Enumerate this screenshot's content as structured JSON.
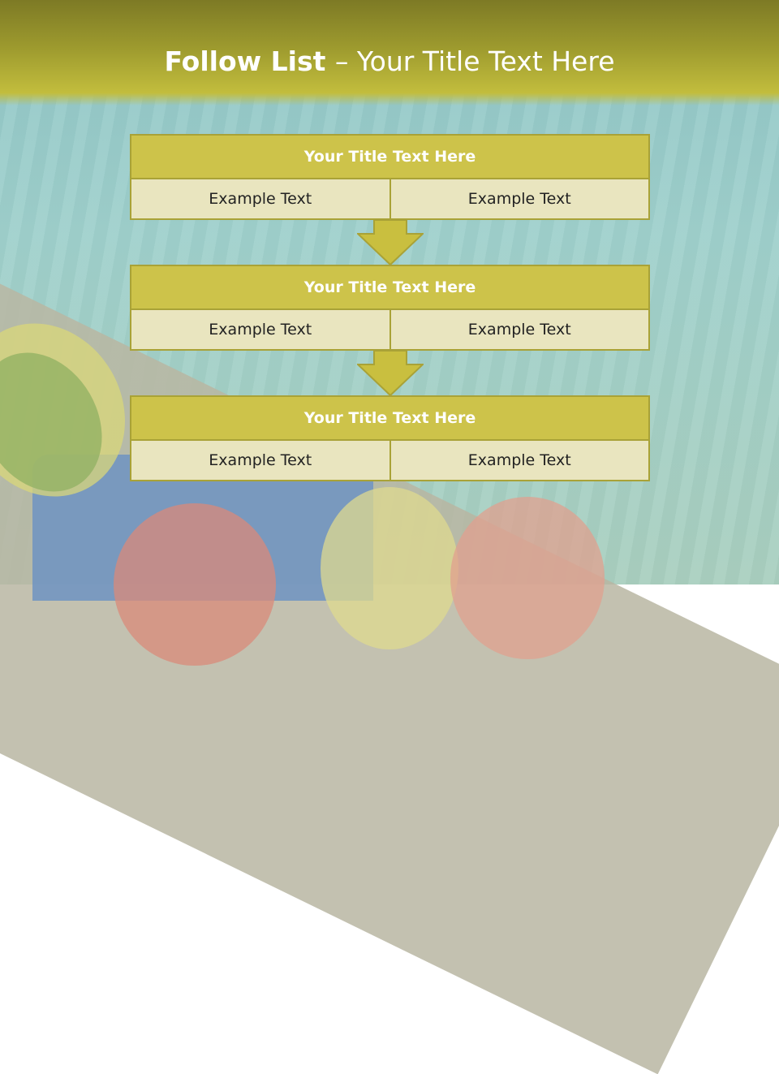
{
  "slide": {
    "title_bold": "Follow List ",
    "title_rest": " – Your Title Text Here"
  },
  "blocks": [
    {
      "title": "Your Title Text Here",
      "left": "Example Text",
      "right": "Example Text"
    },
    {
      "title": "Your Title Text Here",
      "left": "Example Text",
      "right": "Example Text"
    },
    {
      "title": "Your Title Text Here",
      "left": "Example Text",
      "right": "Example Text"
    }
  ],
  "colors": {
    "header": "#9d9a2e",
    "block_title": "#cdc34a",
    "block_cell": "#e9e5bf",
    "arrow": "#c9bf3f"
  },
  "icons": [
    "down-arrow-icon",
    "down-arrow-icon"
  ]
}
